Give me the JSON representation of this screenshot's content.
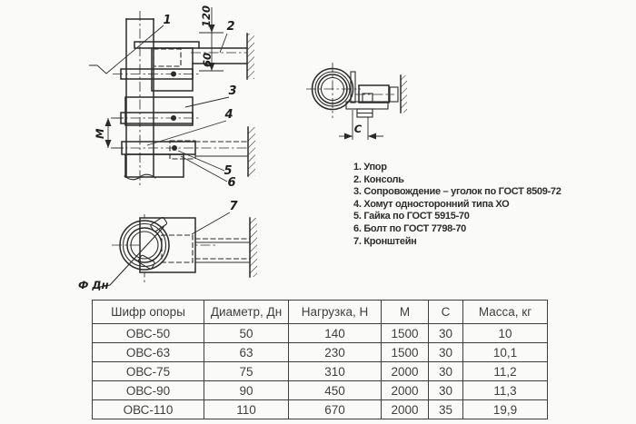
{
  "drawing": {
    "side_view": {
      "callout_1": "1",
      "callout_2": "2",
      "callout_3": "3",
      "callout_4": "4",
      "callout_5": "5",
      "callout_6": "6",
      "dim_vertical_top": "120",
      "dim_vertical_bottom": "60",
      "dim_spacing": "М"
    },
    "top_view": {
      "callout_7": "7",
      "diameter_label": "Ф Дн"
    },
    "detail_view": {
      "dim_offset": "С"
    }
  },
  "legend": {
    "items": [
      "1. Упор",
      "2. Консоль",
      "3. Сопровождение – уголок по ГОСТ 8509-72",
      "4. Хомут односторонний типа ХО",
      "5. Гайка по ГОСТ 5915-70",
      "6. Болт по ГОСТ 7798-70",
      "7. Кронштейн"
    ]
  },
  "table": {
    "headers": [
      "Шифр опоры",
      "Диаметр, Дн",
      "Нагрузка, Н",
      "М",
      "С",
      "Масса, кг"
    ],
    "rows": [
      [
        "ОВС-50",
        "50",
        "140",
        "1500",
        "30",
        "10"
      ],
      [
        "ОВС-63",
        "63",
        "230",
        "1500",
        "30",
        "10,1"
      ],
      [
        "ОВС-75",
        "75",
        "310",
        "2000",
        "30",
        "11,2"
      ],
      [
        "ОВС-90",
        "90",
        "450",
        "2000",
        "30",
        "11,3"
      ],
      [
        "ОВС-110",
        "110",
        "670",
        "2000",
        "35",
        "19,9"
      ]
    ]
  },
  "colors": {
    "line": "#2b2b2b",
    "table_text": "#3f3f3f",
    "background": "#fafaf9"
  }
}
